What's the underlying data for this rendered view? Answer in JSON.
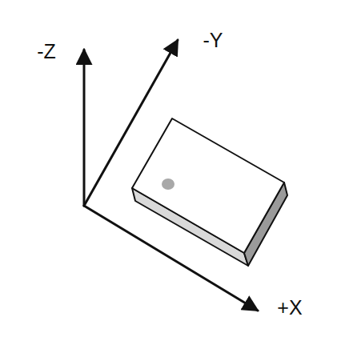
{
  "diagram": {
    "labels": [
      "-Z",
      "-Y",
      "+X"
    ]
  }
}
